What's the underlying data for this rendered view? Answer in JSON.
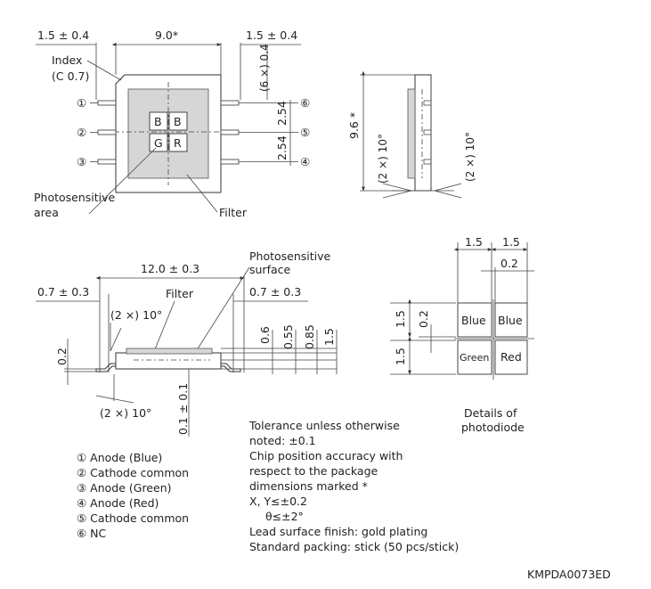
{
  "top_view": {
    "dim_left": "1.5 ± 0.4",
    "dim_center": "9.0*",
    "dim_right": "1.5 ± 0.4",
    "index_label": "Index",
    "index_sub": "(C 0.7)",
    "lead_pitch_v": "(6 ×) 0.4",
    "pitch_upper": "2.54",
    "pitch_lower": "2.54",
    "pins_left": [
      "①",
      "②",
      "③"
    ],
    "pins_right": [
      "⑥",
      "⑤",
      "④"
    ],
    "cells": [
      "B",
      "B",
      "G",
      "R"
    ],
    "photosensitive_label_1": "Photosensitive",
    "photosensitive_label_2": "area",
    "filter_label": "Filter"
  },
  "side_view_right": {
    "height_dim": "9.6 *",
    "angle_left": "(2 ×) 10°",
    "angle_right": "(2 ×) 10°"
  },
  "bottom_view": {
    "dim_total": "12.0 ± 0.3",
    "dim_left": "0.7 ± 0.3",
    "dim_right": "0.7 ± 0.3",
    "filter_label": "Filter",
    "photo_surface_1": "Photosensitive",
    "photo_surface_2": "surface",
    "angle_top": "(2 ×) 10°",
    "angle_bottom": "(2 ×) 10°",
    "dim_02": "0.2",
    "dim_01": "0.1 ± 0.1",
    "dim_06": "0.6",
    "dim_055": "0.55",
    "dim_085": "0.85",
    "dim_15": "1.5"
  },
  "photodiode_detail": {
    "dim_w1": "1.5",
    "dim_w2": "1.5",
    "dim_gap": "0.2",
    "dim_h1": "1.5",
    "dim_h2": "1.5",
    "dim_gap_v": "0.2",
    "cells": [
      "Blue",
      "Blue",
      "Green",
      "Red"
    ],
    "caption_1": "Details of",
    "caption_2": "photodiode"
  },
  "pin_list": [
    "① Anode (Blue)",
    "② Cathode common",
    "③ Anode (Green)",
    "④ Anode (Red)",
    "⑤ Cathode common",
    "⑥ NC"
  ],
  "notes": [
    "Tolerance unless otherwise",
    "noted: ±0.1",
    "Chip position accuracy with",
    "respect to the package",
    "dimensions marked *",
    "X, Y≤±0.2",
    "θ≤±2°",
    "Lead surface finish: gold plating",
    "Standard packing: stick (50 pcs/stick)"
  ],
  "doc_code": "KMPDA0073ED"
}
